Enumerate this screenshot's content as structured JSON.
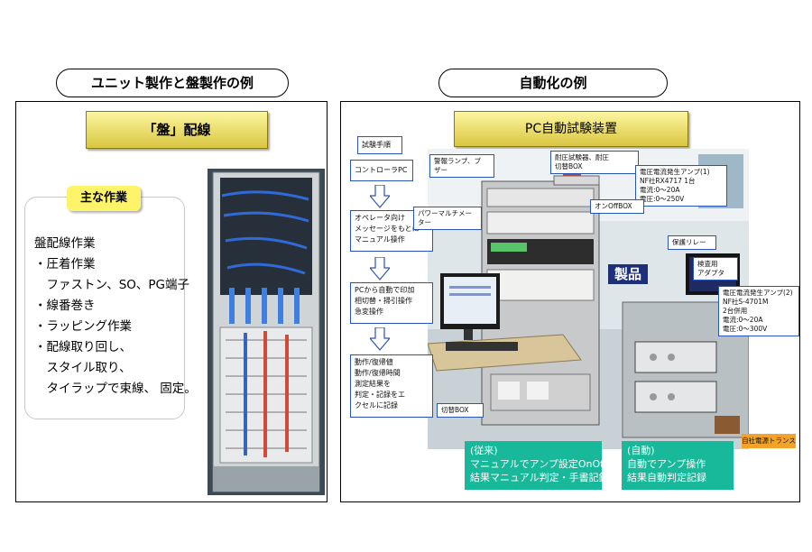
{
  "left": {
    "header": "ユニット製作と盤製作の例",
    "title": "「盤」配線",
    "tasks_badge": "主な作業",
    "task_lines": [
      "盤配線作業",
      "・圧着作業",
      "　ファストン、SO、PG端子",
      "・線番巻き",
      "・ラッピング作業",
      "・配線取り回し、",
      "　スタイル取り、",
      "　タイラップで束線、 固定。"
    ]
  },
  "right": {
    "header": "自動化の例",
    "title": "PC自動試験装置",
    "flow_title": "試験手順",
    "flow_steps": [
      "コントローラPC",
      "オペレータ向け\nメッセージをもとに\nマニュアル操作",
      "PCから自動で印加\n相切替・掃引操作\n急変操作",
      "動作/復帰値\n動作/復帰時間\n測定結果を\n判定・記録をエ\nクセルに記録"
    ],
    "callouts": {
      "alarm": "警報ランプ、ブ\nザー",
      "withstand": "耐圧試験器、耐圧\n切替BOX",
      "amp1": "電圧電流発生アンプ(1)\nNF社RX4717 1台\n電流:0～20A\n電圧:0～250V",
      "power_meter": "パワーマルチメー\nター",
      "onoff": "オンOffBOX",
      "relay": "保護リレー",
      "adapter": "検査用\nアダプタ",
      "amp2": "電圧電流発生アンプ(2)\nNF社S-4701M\n2台併用\n電流:0～20A\n電圧:0～300V",
      "switch_box": "切替BOX",
      "transformer": "自社電源トランス"
    },
    "product_label": "製品",
    "conventional": "(従来)\nマニュアルでアンプ設定OnOff\n結果マニュアル判定・手書記録",
    "automated": "(自動)\n自動でアンプ操作\n結果自動判定記録"
  }
}
